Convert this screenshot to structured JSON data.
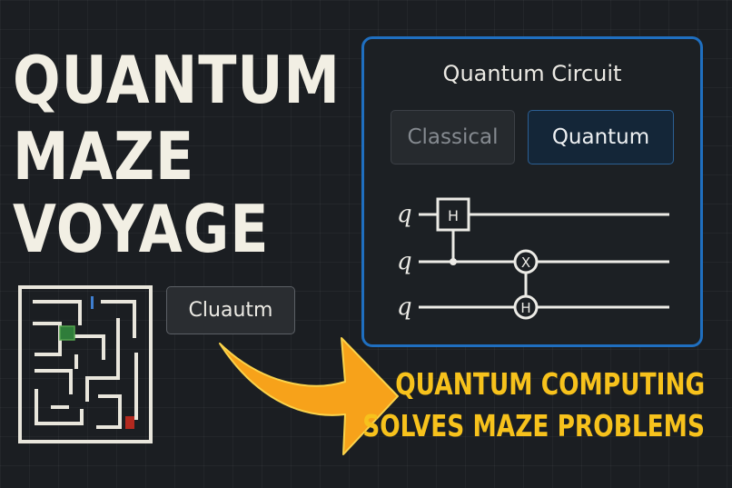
{
  "title_lines": [
    "QUANTUM",
    "MAZE",
    "VOYAGE"
  ],
  "maze_button": {
    "label": "Cluautm"
  },
  "circuit_panel": {
    "title": "Quantum Circuit",
    "tabs": [
      {
        "label": "Classical",
        "active": false
      },
      {
        "label": "Quantum",
        "active": true
      }
    ],
    "qubit_labels": [
      "q",
      "q",
      "q"
    ],
    "gates": [
      {
        "name": "H",
        "qubit": 0
      },
      {
        "name": "X",
        "qubit": 1
      },
      {
        "name": "H",
        "qubit": 2
      }
    ]
  },
  "caption_lines": [
    "QUANTUM COMPUTING",
    "SOLVES MAZE PROBLEMS"
  ],
  "colors": {
    "background": "#1b1e22",
    "panel_border": "#1f6fc0",
    "caption": "#f7c21c",
    "arrow": "#f7a21a",
    "maze_start": "#2f7d3a",
    "maze_goal": "#b3291f"
  }
}
